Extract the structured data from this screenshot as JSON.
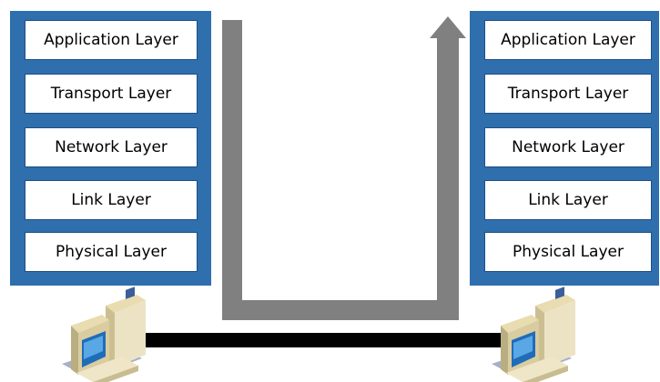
{
  "left_stack": {
    "layers": [
      {
        "label": "Application Layer"
      },
      {
        "label": "Transport Layer"
      },
      {
        "label": "Network Layer"
      },
      {
        "label": "Link Layer"
      },
      {
        "label": "Physical Layer"
      }
    ]
  },
  "right_stack": {
    "layers": [
      {
        "label": "Application Layer"
      },
      {
        "label": "Transport Layer"
      },
      {
        "label": "Network Layer"
      },
      {
        "label": "Link Layer"
      },
      {
        "label": "Physical Layer"
      }
    ]
  },
  "colors": {
    "stack_background": "#2f6fad",
    "path_arrow": "#808080",
    "link_cable": "#000000"
  },
  "icons": [
    "computer-icon",
    "computer-icon"
  ]
}
